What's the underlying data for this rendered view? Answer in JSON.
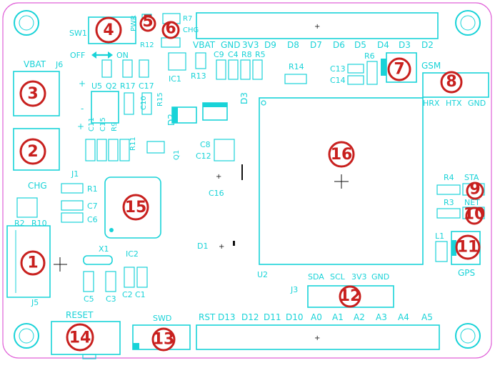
{
  "colors": {
    "silkscreen": "#19d3d8",
    "outline": "#e060d8",
    "marker": "#c8201e",
    "ink": "#111111"
  },
  "sections": {
    "sw1": "SW1",
    "pwr": "PWR",
    "chg_top": "CHG",
    "r12": "R12",
    "r7": "R7",
    "off": "OFF",
    "on": "ON",
    "vbat": "VBAT",
    "j6": "J6",
    "u5": "U5",
    "q2": "Q2",
    "r17": "R17",
    "c17": "C17",
    "c10": "C10",
    "r15": "R15",
    "ic1": "IC1",
    "r13": "R13",
    "vbat_hdr": "VBAT",
    "gnd_hdr": "GND",
    "v33_hdr": "3V3",
    "c9": "C9",
    "c4": "C4",
    "r8": "R8",
    "r5": "R5",
    "d3": "D3",
    "d2": "D2",
    "c11": "C11",
    "c15": "C15",
    "r9": "R9",
    "r11": "R11",
    "q1": "Q1",
    "j1": "J1",
    "chg_left": "CHG",
    "r1": "R1",
    "c7": "C7",
    "c6": "C6",
    "r2": "R2",
    "r10": "R10",
    "c8": "C8",
    "c12": "C12",
    "c16": "C16",
    "d1": "D1",
    "j5": "J5",
    "x1": "X1",
    "ic2": "IC2",
    "c5": "C5",
    "c3": "C3",
    "c2": "C2",
    "c1": "C1",
    "u2": "U2",
    "j3": "J3",
    "reset": "RESET",
    "swd": "SWD",
    "r14": "R14",
    "c13": "C13",
    "c14": "C14",
    "r6": "R6",
    "gsm": "GSM",
    "hrx": "HRX",
    "htx": "HTX",
    "gnd_gsm": "GND",
    "r4": "R4",
    "sta": "STA",
    "r3": "R3",
    "net": "NET",
    "l1": "L1",
    "gps": "GPS"
  },
  "header_top": [
    "D9",
    "D8",
    "D7",
    "D6",
    "D5",
    "D4",
    "D3",
    "D2"
  ],
  "header_bottom": [
    "RST",
    "D13",
    "D12",
    "D11",
    "D10",
    "A0",
    "A1",
    "A2",
    "A3",
    "A4",
    "A5"
  ],
  "header_j3": [
    "SDA",
    "SCL",
    "3V3",
    "GND"
  ],
  "markers": [
    "1",
    "2",
    "3",
    "4",
    "5",
    "6",
    "7",
    "8",
    "9",
    "10",
    "11",
    "12",
    "13",
    "14",
    "15",
    "16"
  ],
  "markers_display": [
    "①",
    "②",
    "③",
    "④",
    "⑤",
    "⑥",
    "⑦",
    "⑧",
    "⑨",
    "⑩",
    "⑪",
    "⑫",
    "⑬",
    "⑭",
    "⑮",
    "⑯"
  ]
}
